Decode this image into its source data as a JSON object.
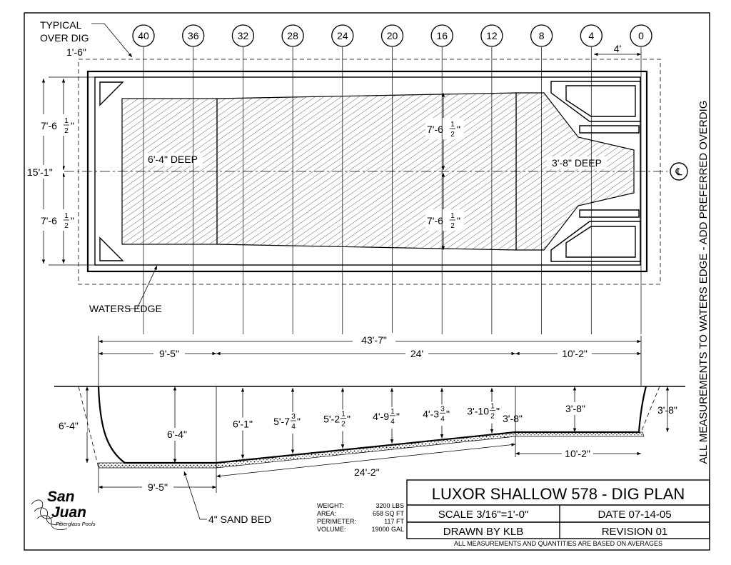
{
  "stations": [
    "40",
    "36",
    "32",
    "28",
    "24",
    "20",
    "16",
    "12",
    "8",
    "4",
    "0"
  ],
  "labels": {
    "typical_over_dig": [
      "TYPICAL",
      "OVER DIG"
    ],
    "over_dig_dim": "1'-6\"",
    "station_spacing": "4'",
    "deep_end": "6'-4\" DEEP",
    "shallow_end": "3'-8\" DEEP",
    "width_total": "15'-1\"",
    "half_width_whole": "7'-6",
    "half_width_num": "1",
    "half_width_den": "2",
    "half_width_inch": "\"",
    "centerline_symbol": "℄",
    "waters_edge": "WATERS EDGE",
    "side_note": "ALL MEASUREMENTS TO WATERS EDGE - ADD PREFERRED OVERDIG",
    "sand_bed": "4\" SAND BED"
  },
  "profile": {
    "overall_length": "43'-7\"",
    "deep_section": "9'-5\"",
    "slope_section": "24'",
    "shallow_section": "10'-2\"",
    "bottom_slope": "24'-2\"",
    "bottom_deep": "9'-5\"",
    "bottom_shallow": "10'-2\"",
    "depth_outer_left": "6'-4\"",
    "depth_deep": "6'-4\"",
    "depth_outer_right": "3'-8\"",
    "depth_shallow": "3'-8\"",
    "depth_break": "3'-8\"",
    "depths": [
      {
        "whole": "6'-1\"",
        "num": "",
        "den": ""
      },
      {
        "whole": "5'-7",
        "num": "3",
        "den": "4"
      },
      {
        "whole": "5'-2",
        "num": "1",
        "den": "2"
      },
      {
        "whole": "4'-9",
        "num": "1",
        "den": "4"
      },
      {
        "whole": "4'-3",
        "num": "3",
        "den": "4"
      },
      {
        "whole": "3'-10",
        "num": "1",
        "den": "2"
      }
    ]
  },
  "specs": [
    {
      "label": "WEIGHT:",
      "value": "3200 LBS"
    },
    {
      "label": "AREA:",
      "value": "658 SQ FT"
    },
    {
      "label": "PERIMETER:",
      "value": "117 FT"
    },
    {
      "label": "VOLUME:",
      "value": "19000 GAL"
    }
  ],
  "logo": {
    "line1": "San",
    "line2": "Juan",
    "tagline": "Fiberglass Pools"
  },
  "title_block": {
    "title": "LUXOR SHALLOW 578 - DIG PLAN",
    "scale": "SCALE 3/16\"=1'-0\"",
    "date": "DATE 07-14-05",
    "drawn": "DRAWN BY KLB",
    "revision": "REVISION 01",
    "footnote": "ALL MEASUREMENTS AND QUANTITIES ARE BASED ON AVERAGES"
  }
}
